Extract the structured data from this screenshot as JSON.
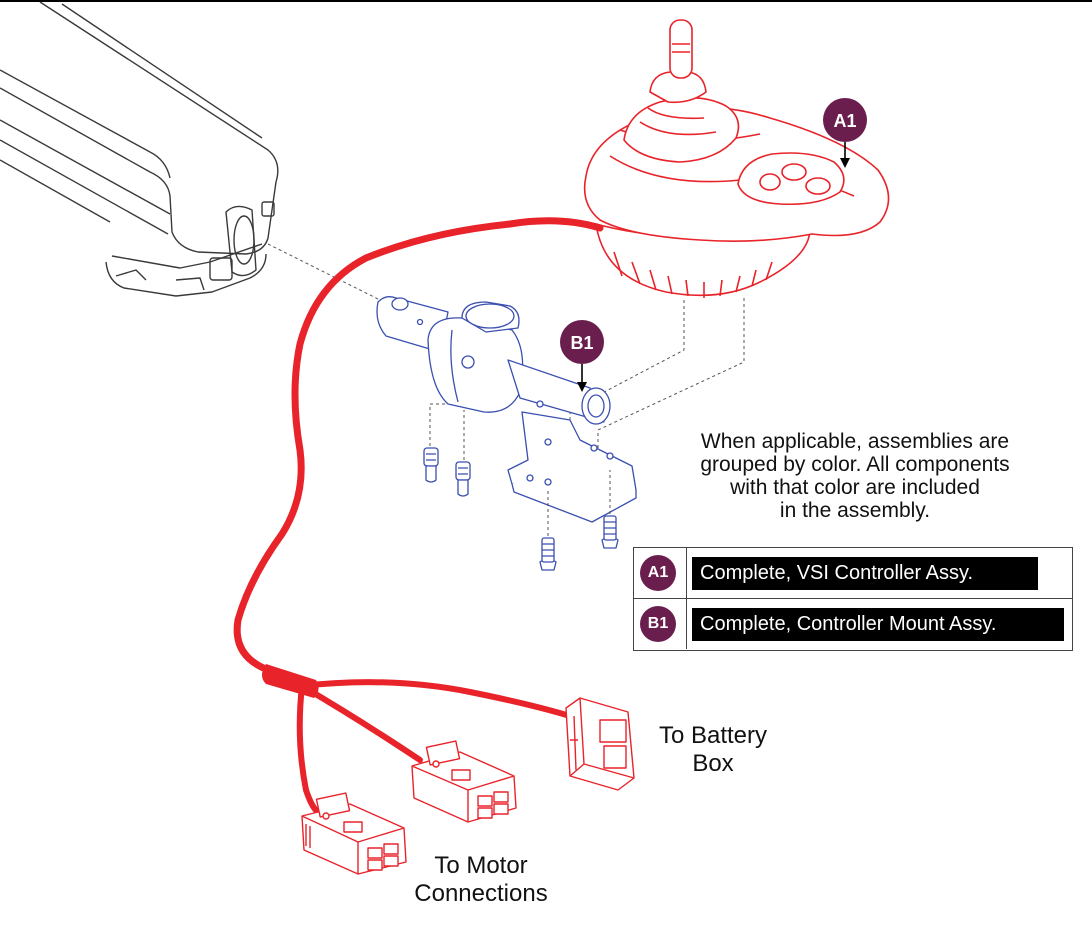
{
  "callouts": {
    "a1": "A1",
    "b1": "B1"
  },
  "note": {
    "lines": [
      "When applicable, assemblies are",
      "grouped by color. All components",
      "with that color are included",
      "in the assembly."
    ]
  },
  "legend": [
    {
      "badge": "A1",
      "description": "Complete, VSI Controller Assy."
    },
    {
      "badge": "B1",
      "description": "Complete, Controller Mount Assy."
    }
  ],
  "labels": {
    "battery": [
      "To Battery",
      "Box"
    ],
    "motor": [
      "To Motor",
      "Connections"
    ]
  },
  "colors": {
    "assembly_a1": "#e8232a",
    "assembly_b1": "#3a4fb0",
    "callout_badge": "#6a1e4d",
    "linework": "#3a3a3a"
  }
}
